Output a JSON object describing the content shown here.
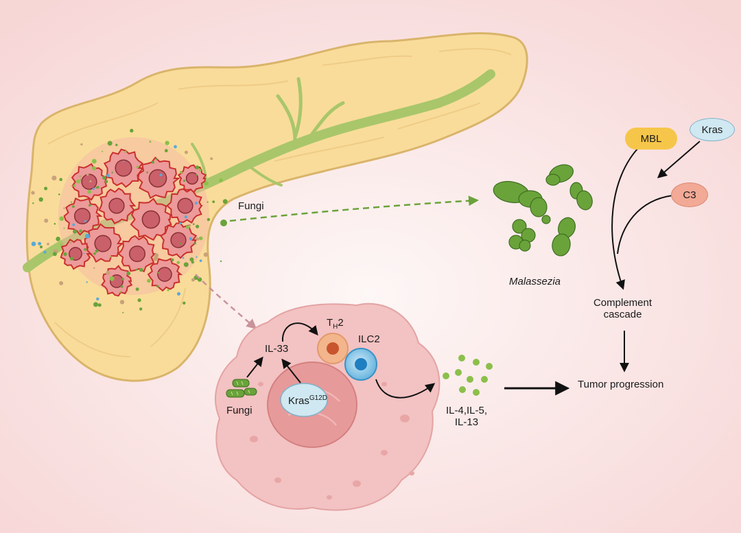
{
  "labels": {
    "fungi_top": "Fungi",
    "malassezia": "Malassezia",
    "mbl": "MBL",
    "kras_top": "Kras",
    "c3": "C3",
    "complement_line1": "Complement",
    "complement_line2": "cascade",
    "tumor_progression": "Tumor progression",
    "il33": "IL-33",
    "th2_main": "T",
    "th2_sub": "H",
    "th2_tail": "2",
    "ilc2": "ILC2",
    "kras_cell_main": "Kras",
    "kras_cell_sup": "G12D",
    "fungi_bottom": "Fungi",
    "cytokines_line1": "IL-4,IL-5,",
    "cytokines_line2": "IL-13"
  },
  "colors": {
    "background_center": "#fdf7f6",
    "background_edge": "#f7d6d6",
    "pancreas_fill": "#f9dc9a",
    "pancreas_stroke": "#d9b46a",
    "duct": "#a9c66b",
    "tumor_cell_fill": "#ec9a9a",
    "tumor_cell_stroke": "#c9302c",
    "fungus_green": "#6aa33a",
    "mbl_fill": "#f6c64a",
    "kras_fill": "#cfe8f2",
    "c3_fill": "#f2a995",
    "macrophage_fill": "#f3c2c2",
    "nucleus_fill": "#e79a9a",
    "th2_fill": "#f3b58c",
    "ilc2_fill": "#5fb1dd"
  }
}
